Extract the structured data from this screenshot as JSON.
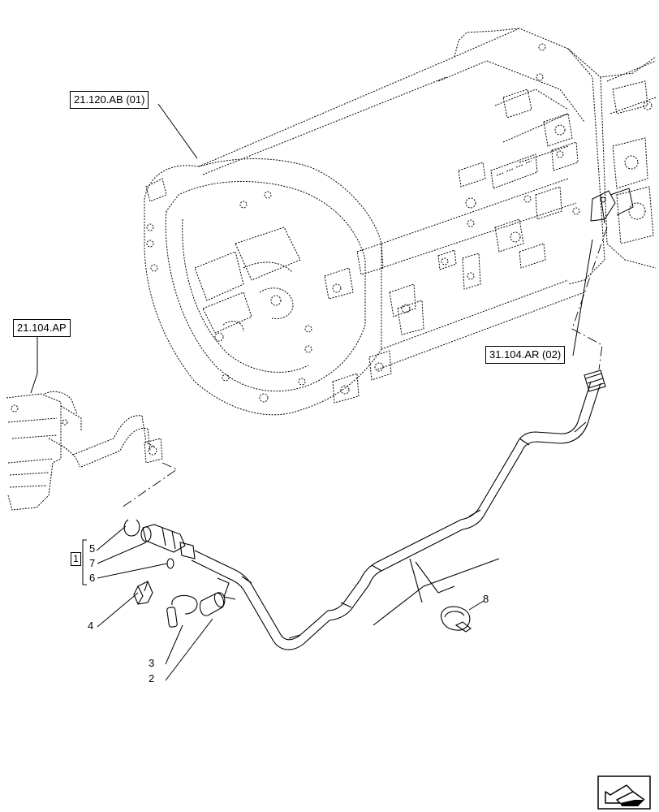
{
  "references": {
    "ref_top": "21.120.AB (01)",
    "ref_left": "21.104.AP",
    "ref_right": "31.104.AR (02)"
  },
  "callouts": {
    "group": "1",
    "c2": "2",
    "c3": "3",
    "c4": "4",
    "c5": "5",
    "c6": "6",
    "c7": "7",
    "c8": "8"
  },
  "icons": {
    "nav": "next-page-arrow-icon"
  }
}
